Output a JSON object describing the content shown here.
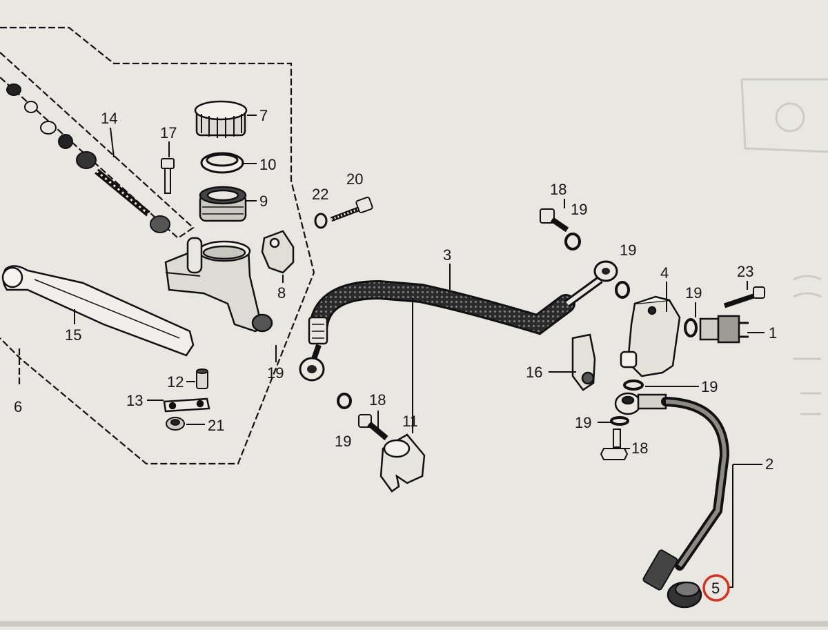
{
  "diagram": {
    "highlight_color": "#d9311f",
    "highlighted_part": "5",
    "callouts": [
      {
        "id": "p1",
        "label": "1"
      },
      {
        "id": "p2",
        "label": "2"
      },
      {
        "id": "p3",
        "label": "3"
      },
      {
        "id": "p4",
        "label": "4"
      },
      {
        "id": "p5",
        "label": "5"
      },
      {
        "id": "p6",
        "label": "6"
      },
      {
        "id": "p7",
        "label": "7"
      },
      {
        "id": "p8",
        "label": "8"
      },
      {
        "id": "p9",
        "label": "9"
      },
      {
        "id": "p10",
        "label": "10"
      },
      {
        "id": "p11",
        "label": "11"
      },
      {
        "id": "p12",
        "label": "12"
      },
      {
        "id": "p13",
        "label": "13"
      },
      {
        "id": "p14",
        "label": "14"
      },
      {
        "id": "p15",
        "label": "15"
      },
      {
        "id": "p16",
        "label": "16"
      },
      {
        "id": "p17",
        "label": "17"
      },
      {
        "id": "p18a",
        "label": "18"
      },
      {
        "id": "p18b",
        "label": "18"
      },
      {
        "id": "p18c",
        "label": "18"
      },
      {
        "id": "p19a",
        "label": "19"
      },
      {
        "id": "p19b",
        "label": "19"
      },
      {
        "id": "p19c",
        "label": "19"
      },
      {
        "id": "p19d",
        "label": "19"
      },
      {
        "id": "p19e",
        "label": "19"
      },
      {
        "id": "p19f",
        "label": "19"
      },
      {
        "id": "p19g",
        "label": "19"
      },
      {
        "id": "p20",
        "label": "20"
      },
      {
        "id": "p21",
        "label": "21"
      },
      {
        "id": "p22",
        "label": "22"
      },
      {
        "id": "p23",
        "label": "23"
      }
    ]
  }
}
